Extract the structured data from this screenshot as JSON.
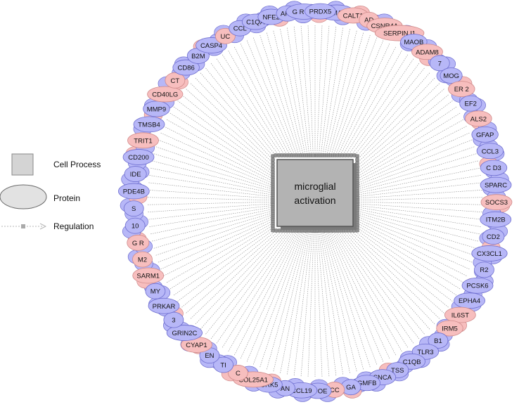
{
  "center": {
    "line1": "microglial",
    "line2": "activation"
  },
  "legend": {
    "cell_process": "Cell Process",
    "protein": "Protein",
    "regulation": "Regulation"
  },
  "colors": {
    "protein_blue": "#b7b7f7",
    "protein_pink": "#f7bebe",
    "blue_stroke": "#6e6ecf",
    "pink_stroke": "#cf8a8a",
    "process_fill": "#b0b0b0",
    "edge": "#8a8a8a"
  },
  "nodes": [
    {
      "label": "SEMA4D",
      "color": "blue"
    },
    {
      "label": "CALT1",
      "color": "pink"
    },
    {
      "label": "AD",
      "color": "pink"
    },
    {
      "label": "CSNR4A",
      "color": "pink"
    },
    {
      "label": "SERPIN I1",
      "color": "pink"
    },
    {
      "label": "MAOB",
      "color": "blue"
    },
    {
      "label": "ADAM8",
      "color": "pink"
    },
    {
      "label": "7",
      "color": "blue"
    },
    {
      "label": "MOG",
      "color": "blue"
    },
    {
      "label": "ER 2",
      "color": "pink"
    },
    {
      "label": "EF2",
      "color": "blue"
    },
    {
      "label": "ALS2",
      "color": "pink"
    },
    {
      "label": "GFAP",
      "color": "blue"
    },
    {
      "label": "CCL3",
      "color": "blue"
    },
    {
      "label": "C D3",
      "color": "blue"
    },
    {
      "label": "SPARC",
      "color": "blue"
    },
    {
      "label": "SOCS3",
      "color": "pink"
    },
    {
      "label": "ITM2B",
      "color": "blue"
    },
    {
      "label": "CD2",
      "color": "blue"
    },
    {
      "label": "CX3CL1",
      "color": "blue"
    },
    {
      "label": "R2",
      "color": "blue"
    },
    {
      "label": "PCSK6",
      "color": "blue"
    },
    {
      "label": "EPHA4",
      "color": "blue"
    },
    {
      "label": "IL6ST",
      "color": "pink"
    },
    {
      "label": "IRM5",
      "color": "pink"
    },
    {
      "label": "B1",
      "color": "blue"
    },
    {
      "label": "TLR3",
      "color": "blue"
    },
    {
      "label": "C1QB",
      "color": "blue"
    },
    {
      "label": "TSS",
      "color": "blue"
    },
    {
      "label": "SNCA",
      "color": "blue"
    },
    {
      "label": "GMFB",
      "color": "blue"
    },
    {
      "label": "GA",
      "color": "blue"
    },
    {
      "label": "CC",
      "color": "pink"
    },
    {
      "label": "APOE",
      "color": "blue"
    },
    {
      "label": "CCL19",
      "color": "blue"
    },
    {
      "label": "AN",
      "color": "blue"
    },
    {
      "label": "GRK5",
      "color": "blue"
    },
    {
      "label": "COL25A1",
      "color": "pink"
    },
    {
      "label": "C",
      "color": "pink"
    },
    {
      "label": "TI",
      "color": "blue"
    },
    {
      "label": "EN",
      "color": "blue"
    },
    {
      "label": "CYAP1",
      "color": "pink"
    },
    {
      "label": "GRIN2C",
      "color": "blue"
    },
    {
      "label": "3",
      "color": "blue"
    },
    {
      "label": "PRKAR",
      "color": "blue"
    },
    {
      "label": "MY",
      "color": "blue"
    },
    {
      "label": "SARM1",
      "color": "pink"
    },
    {
      "label": "M2",
      "color": "pink"
    },
    {
      "label": "G R",
      "color": "pink"
    },
    {
      "label": "10",
      "color": "blue"
    },
    {
      "label": "S",
      "color": "blue"
    },
    {
      "label": "PDE4B",
      "color": "blue"
    },
    {
      "label": "IDE",
      "color": "blue"
    },
    {
      "label": "CD200",
      "color": "blue"
    },
    {
      "label": "TRIT1",
      "color": "pink"
    },
    {
      "label": "TMSB4",
      "color": "blue"
    },
    {
      "label": "MMP9",
      "color": "blue"
    },
    {
      "label": "CD40LG",
      "color": "pink"
    },
    {
      "label": "CT",
      "color": "pink"
    },
    {
      "label": "CD86",
      "color": "blue"
    },
    {
      "label": "B2M",
      "color": "blue"
    },
    {
      "label": "CASP4",
      "color": "blue"
    },
    {
      "label": "UC",
      "color": "pink"
    },
    {
      "label": "CCL",
      "color": "blue"
    },
    {
      "label": "C1QA",
      "color": "blue"
    },
    {
      "label": "NFE2",
      "color": "blue"
    },
    {
      "label": "APC",
      "color": "blue"
    },
    {
      "label": "G R M3",
      "color": "blue"
    },
    {
      "label": "PRDX5",
      "color": "blue"
    }
  ]
}
